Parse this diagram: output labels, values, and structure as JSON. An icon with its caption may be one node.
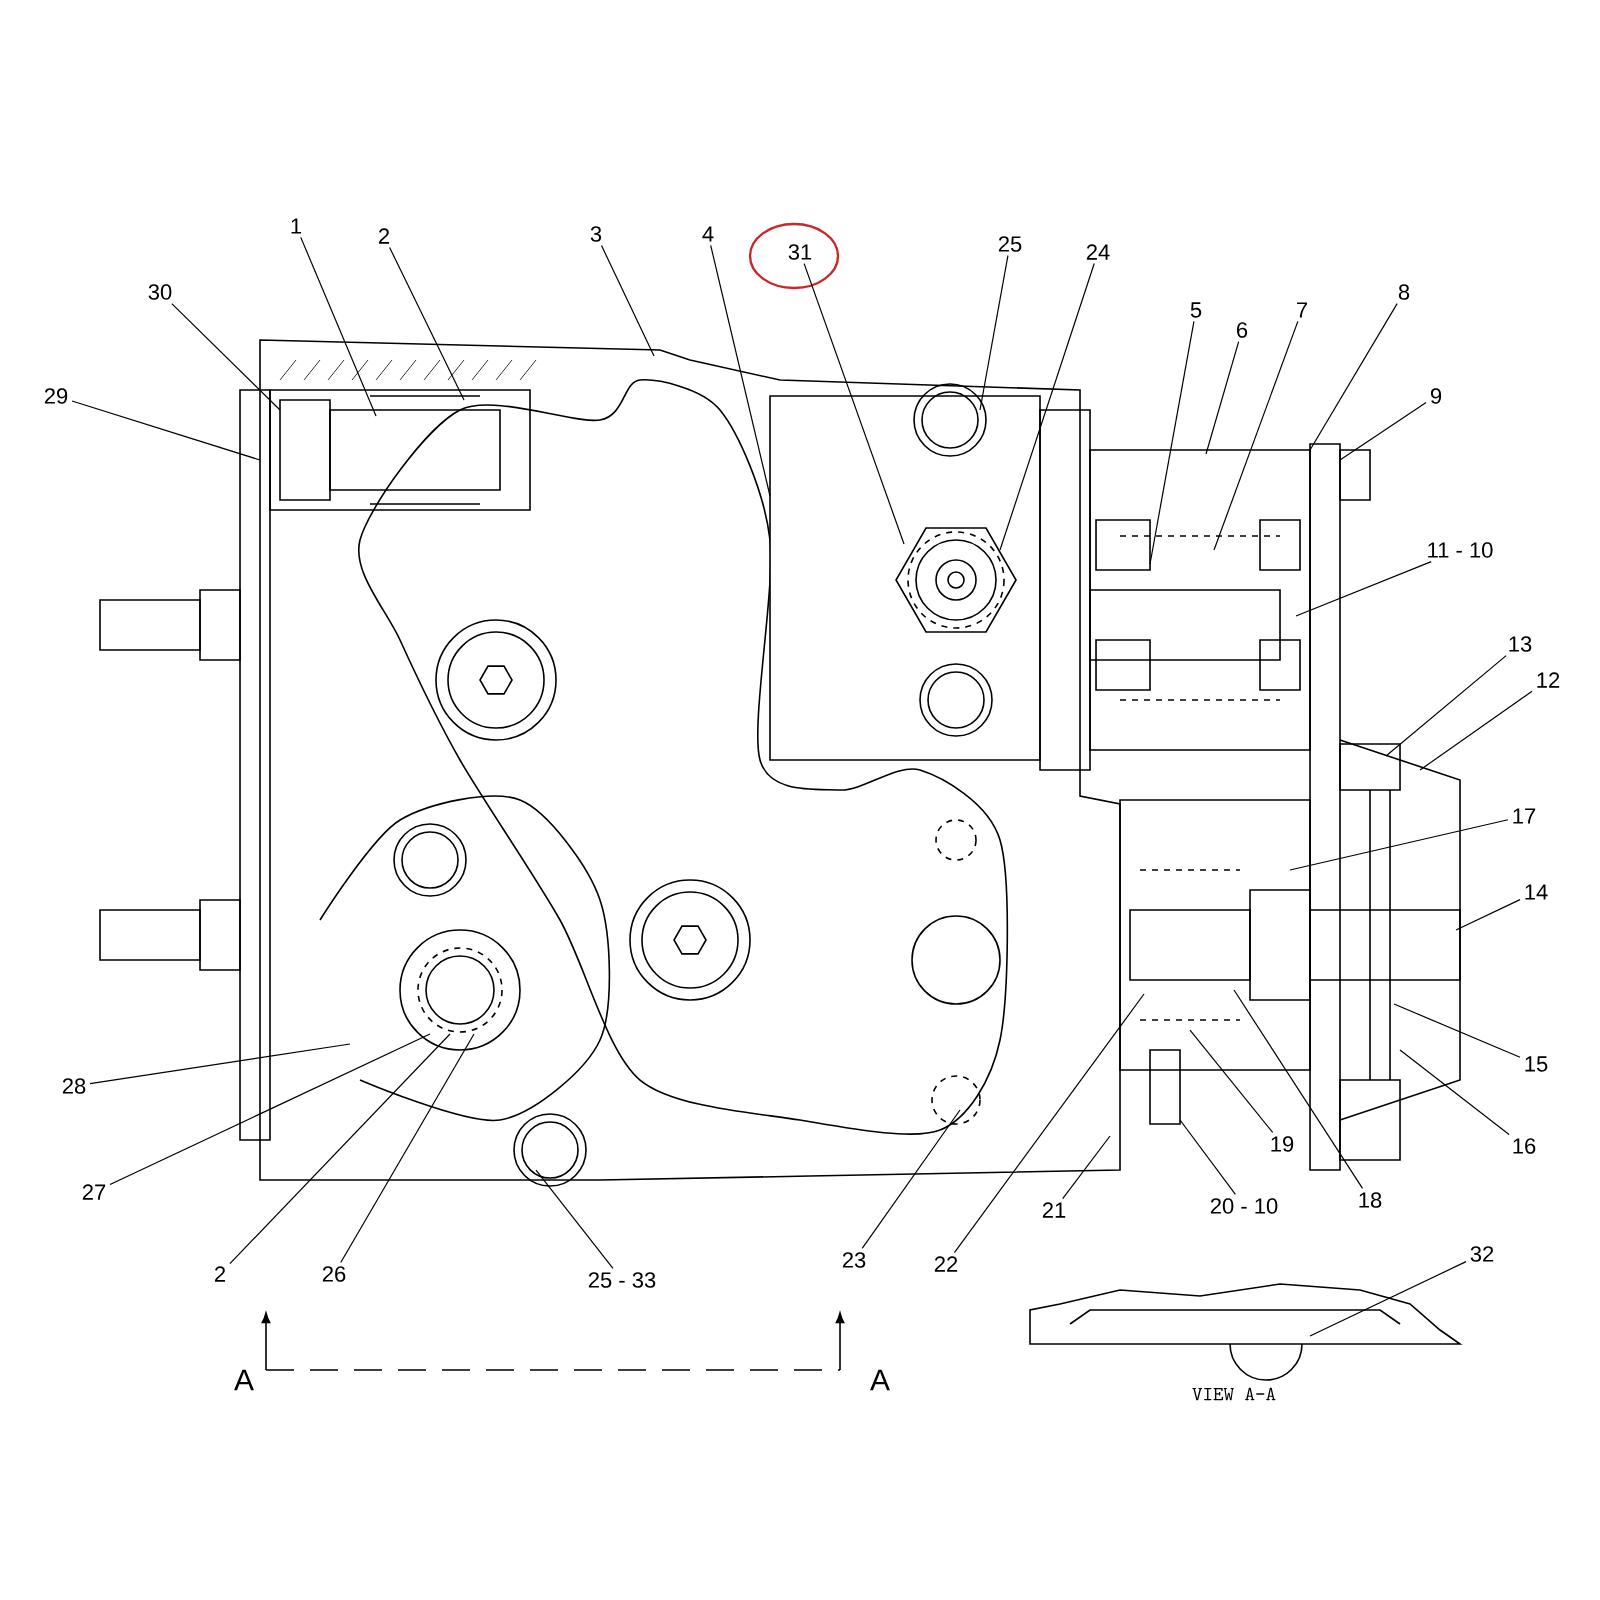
{
  "diagram": {
    "nodes": [
      {
        "text": [
          "30"
        ]
      },
      {
        "text": [
          "29"
        ]
      },
      {
        "text": [
          "1"
        ]
      },
      {
        "text": [
          "2"
        ]
      },
      {
        "text": [
          "3"
        ]
      },
      {
        "text": [
          "4"
        ]
      },
      {
        "text": [
          "31"
        ]
      },
      {
        "text": [
          "25"
        ]
      },
      {
        "text": [
          "24"
        ]
      },
      {
        "text": [
          "5"
        ]
      },
      {
        "text": [
          "6"
        ]
      },
      {
        "text": [
          "7"
        ]
      },
      {
        "text": [
          "8"
        ]
      },
      {
        "text": [
          "9"
        ]
      },
      {
        "text": [
          "11 - 10"
        ]
      },
      {
        "text": [
          "13"
        ]
      },
      {
        "text": [
          "12"
        ]
      },
      {
        "text": [
          "17"
        ]
      },
      {
        "text": [
          "14"
        ]
      },
      {
        "text": [
          "15"
        ]
      },
      {
        "text": [
          "16"
        ]
      },
      {
        "text": [
          "28"
        ]
      },
      {
        "text": [
          "27"
        ]
      },
      {
        "text": [
          "2"
        ]
      },
      {
        "text": [
          "26"
        ]
      },
      {
        "text": [
          "25 - 33"
        ]
      },
      {
        "text": [
          "23"
        ]
      },
      {
        "text": [
          "22"
        ]
      },
      {
        "text": [
          "21"
        ]
      },
      {
        "text": [
          "20 - 10"
        ]
      },
      {
        "text": [
          "19"
        ]
      },
      {
        "text": [
          "18"
        ]
      },
      {
        "text": [
          "32"
        ]
      }
    ],
    "edges": [
      {
        "from": 0,
        "to": null,
        "arrow": "none"
      },
      {
        "from": 1,
        "to": null,
        "arrow": "none"
      },
      {
        "from": 2,
        "to": null,
        "arrow": "none"
      },
      {
        "from": 3,
        "to": null,
        "arrow": "none"
      },
      {
        "from": 4,
        "to": null,
        "arrow": "none"
      },
      {
        "from": 5,
        "to": null,
        "arrow": "none"
      },
      {
        "from": 6,
        "to": null,
        "arrow": "none"
      },
      {
        "from": 7,
        "to": null,
        "arrow": "none"
      },
      {
        "from": 8,
        "to": null,
        "arrow": "none"
      },
      {
        "from": 9,
        "to": null,
        "arrow": "none"
      },
      {
        "from": 10,
        "to": null,
        "arrow": "none"
      },
      {
        "from": 11,
        "to": null,
        "arrow": "none"
      },
      {
        "from": 12,
        "to": null,
        "arrow": "none"
      },
      {
        "from": 13,
        "to": null,
        "arrow": "none"
      },
      {
        "from": 14,
        "to": null,
        "arrow": "none"
      },
      {
        "from": 15,
        "to": null,
        "arrow": "none"
      },
      {
        "from": 16,
        "to": null,
        "arrow": "none"
      },
      {
        "from": 17,
        "to": null,
        "arrow": "none"
      },
      {
        "from": 18,
        "to": null,
        "arrow": "none"
      },
      {
        "from": 19,
        "to": null,
        "arrow": "none"
      },
      {
        "from": 20,
        "to": null,
        "arrow": "none"
      },
      {
        "from": 21,
        "to": null,
        "arrow": "none"
      },
      {
        "from": 22,
        "to": null,
        "arrow": "none"
      },
      {
        "from": 23,
        "to": null,
        "arrow": "none"
      },
      {
        "from": 24,
        "to": null,
        "arrow": "none"
      },
      {
        "from": 25,
        "to": null,
        "arrow": "none"
      },
      {
        "from": 26,
        "to": null,
        "arrow": "none"
      },
      {
        "from": 27,
        "to": null,
        "arrow": "none"
      },
      {
        "from": 28,
        "to": null,
        "arrow": "none"
      },
      {
        "from": 29,
        "to": null,
        "arrow": "none"
      },
      {
        "from": 30,
        "to": null,
        "arrow": "none"
      },
      {
        "from": 31,
        "to": null,
        "arrow": "none"
      },
      {
        "from": 32,
        "to": null,
        "arrow": "none"
      }
    ],
    "labels": [
      "A",
      "A",
      "VIEW A-A"
    ]
  }
}
